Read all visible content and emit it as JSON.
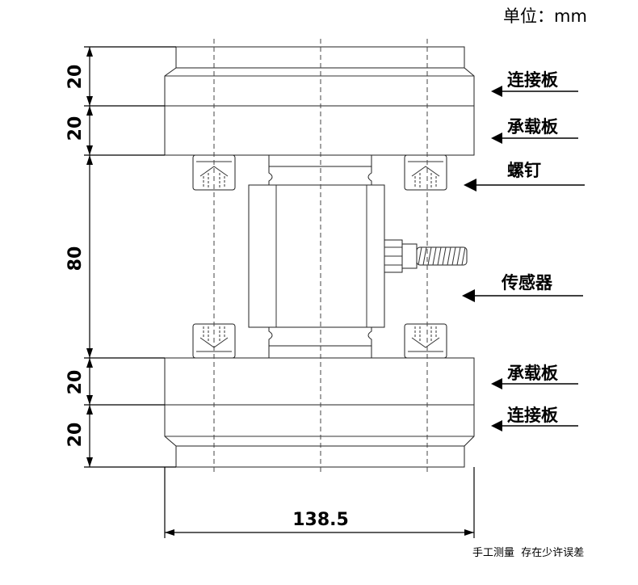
{
  "unit_label": "单位：mm",
  "dimensions": {
    "top_plate_1": "20",
    "top_plate_2": "20",
    "sensor_height": "80",
    "bottom_plate_1": "20",
    "bottom_plate_2": "20",
    "width": "138.5"
  },
  "callouts": {
    "connecting_plate_top": "连接板",
    "bearing_plate_top": "承载板",
    "screw": "螺钉",
    "sensor": "传感器",
    "bearing_plate_bottom": "承载板",
    "connecting_plate_bottom": "连接板"
  },
  "note": "手工测量  存在少许误差"
}
